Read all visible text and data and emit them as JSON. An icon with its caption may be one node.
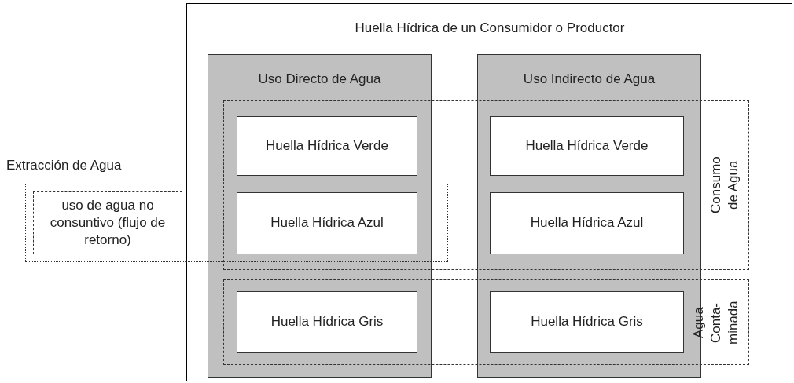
{
  "diagram": {
    "nodes": [
      {
        "text": [
          "Huella Hídrica de un Consumidor o Productor"
        ]
      },
      {
        "text": [
          "Uso Directo de Agua"
        ],
        "in": 0
      },
      {
        "text": [
          "Uso Indirecto de Agua"
        ],
        "in": 0
      },
      {
        "text": [
          "Huella Hídrica Verde"
        ]
      },
      {
        "text": [
          "Huella Hídrica Azul"
        ]
      },
      {
        "text": [
          "Huella Hídrica Gris"
        ]
      },
      {
        "text": [
          "Huella Hídrica Verde"
        ]
      },
      {
        "text": [
          "Huella Hídrica Azul"
        ]
      },
      {
        "text": [
          "Huella Hídrica Gris"
        ]
      },
      {
        "text": [
          "Consumo de Agua"
        ],
        "in": 0
      },
      {
        "text": [
          "Agua Conta- minada"
        ],
        "in": 0
      },
      {
        "text": [
          "Extracción de Agua"
        ]
      },
      {
        "text": [
          "uso de agua no consuntivo (flujo de retorno)"
        ],
        "in": 11
      }
    ]
  }
}
